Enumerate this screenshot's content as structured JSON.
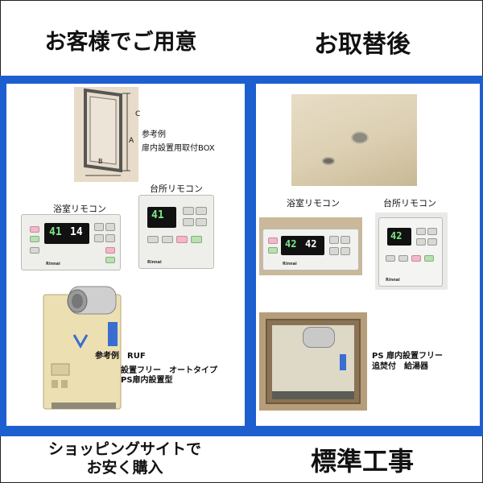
{
  "header": {
    "left_title": "お客様でご用意",
    "right_title": "お取替後"
  },
  "left_panel": {
    "box_labels": {
      "a": "A",
      "b": "B",
      "c": "C"
    },
    "box_caption_1": "参考例",
    "box_caption_2": "扉内設置用取付BOX",
    "bath_remote_title": "浴室リモコン",
    "kitchen_remote_title": "台所リモコン",
    "bath_remote_display_1": "41",
    "bath_remote_display_2": "14",
    "kitchen_remote_display": "41",
    "brand": "Rinnai",
    "heater_caption_1": "参考例　RUF",
    "heater_caption_2": "設置フリー　オートタイプ",
    "heater_caption_3": "PS扉内設置型"
  },
  "right_panel": {
    "bath_remote_title": "浴室リモコン",
    "kitchen_remote_title": "台所リモコン",
    "bath_remote_display_1": "42",
    "bath_remote_display_2": "42",
    "kitchen_remote_display": "42",
    "brand": "Rinnai",
    "heater_caption_1": "PS 扉内設置フリー",
    "heater_caption_2": "追焚付　給湯器"
  },
  "footer": {
    "left_line_1": "ショッピングサイトで",
    "left_line_2": "お安く購入",
    "right_title": "標準工事"
  },
  "colors": {
    "accent": "#1e5fcf",
    "remote_screen": "#111111",
    "display_green": "#7de88a"
  }
}
